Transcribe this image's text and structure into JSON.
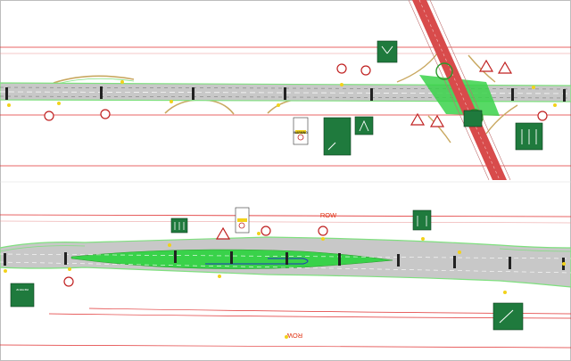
{
  "plan": {
    "row_label_top": "ROW",
    "row_label_bottom": "ROW",
    "warning_sign_text": "WARNING",
    "bottom_left_sign_text": "Al Ain Rd",
    "colors": {
      "background": "#ffffff",
      "carriageway": "#c8c8c8",
      "median_green": "#39d24a",
      "edge_green": "#7fe07f",
      "row_line": "#e03030",
      "sign_green": "#1f7a3d",
      "crossroad": "#d84b4b"
    }
  }
}
